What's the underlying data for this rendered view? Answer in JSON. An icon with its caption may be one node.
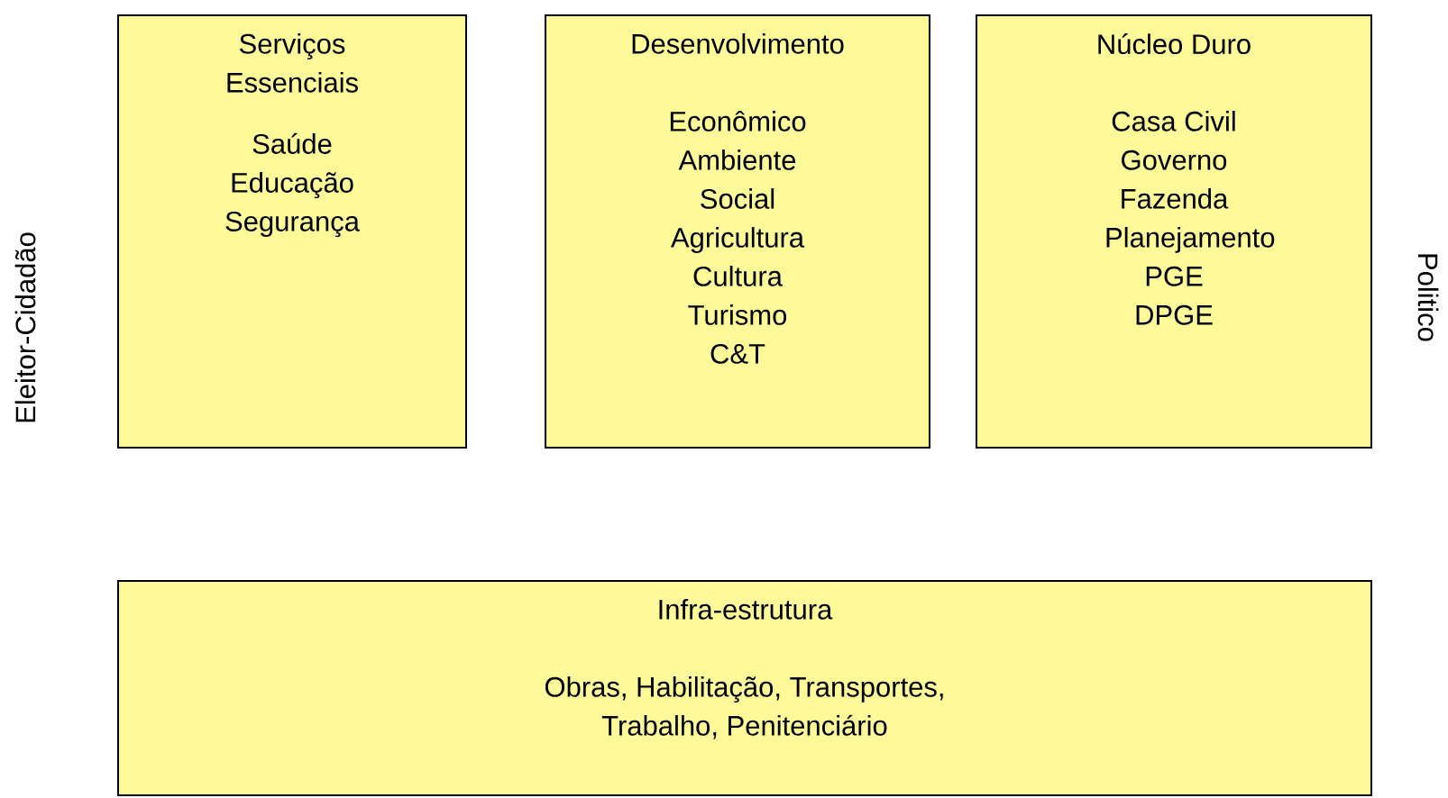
{
  "diagram": {
    "nodes": [
      {
        "text": [
          "Serviços Essenciais",
          "Saúde Educação Segurança"
        ]
      },
      {
        "text": [
          "Desenvolvimento",
          "Econômico Ambiente Social Agricultura Cultura Turismo C&T"
        ]
      },
      {
        "text": [
          "Núcleo Duro",
          "Casa Civil Governo Fazenda Planejamento PGE DPGE"
        ]
      },
      {
        "text": [
          "Infra-estrutura",
          "Obras, Habilitação, Transportes, Trabalho, Penitenciário"
        ]
      }
    ],
    "labels": [
      "Eleitor-Cidadão",
      "Politico"
    ]
  }
}
